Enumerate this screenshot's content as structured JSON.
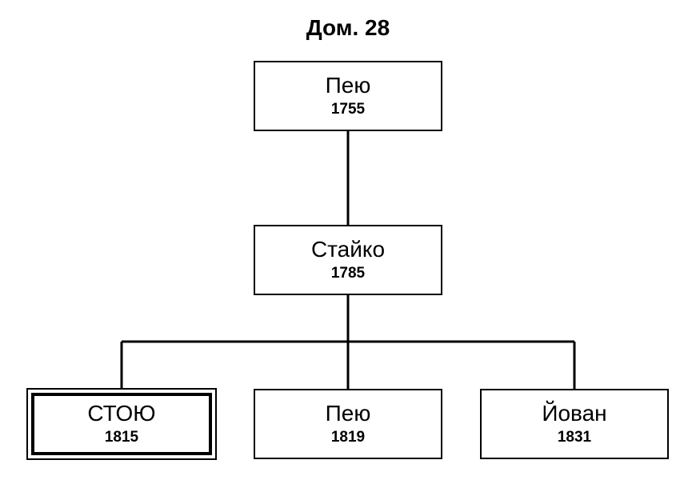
{
  "diagram": {
    "title": "Дом. 28",
    "nodes": [
      {
        "id": "n1",
        "name": "Пею",
        "year": "1755",
        "highlighted": false
      },
      {
        "id": "n2",
        "name": "Стайко",
        "year": "1785",
        "highlighted": false
      },
      {
        "id": "n3",
        "name": "СТОЮ",
        "year": "1815",
        "highlighted": true
      },
      {
        "id": "n4",
        "name": "Пею",
        "year": "1819",
        "highlighted": false
      },
      {
        "id": "n5",
        "name": "Йован",
        "year": "1831",
        "highlighted": false
      }
    ],
    "edges": [
      {
        "from": "n1",
        "to": "n2"
      },
      {
        "from": "n2",
        "to": "n3"
      },
      {
        "from": "n2",
        "to": "n4"
      },
      {
        "from": "n2",
        "to": "n5"
      }
    ]
  }
}
